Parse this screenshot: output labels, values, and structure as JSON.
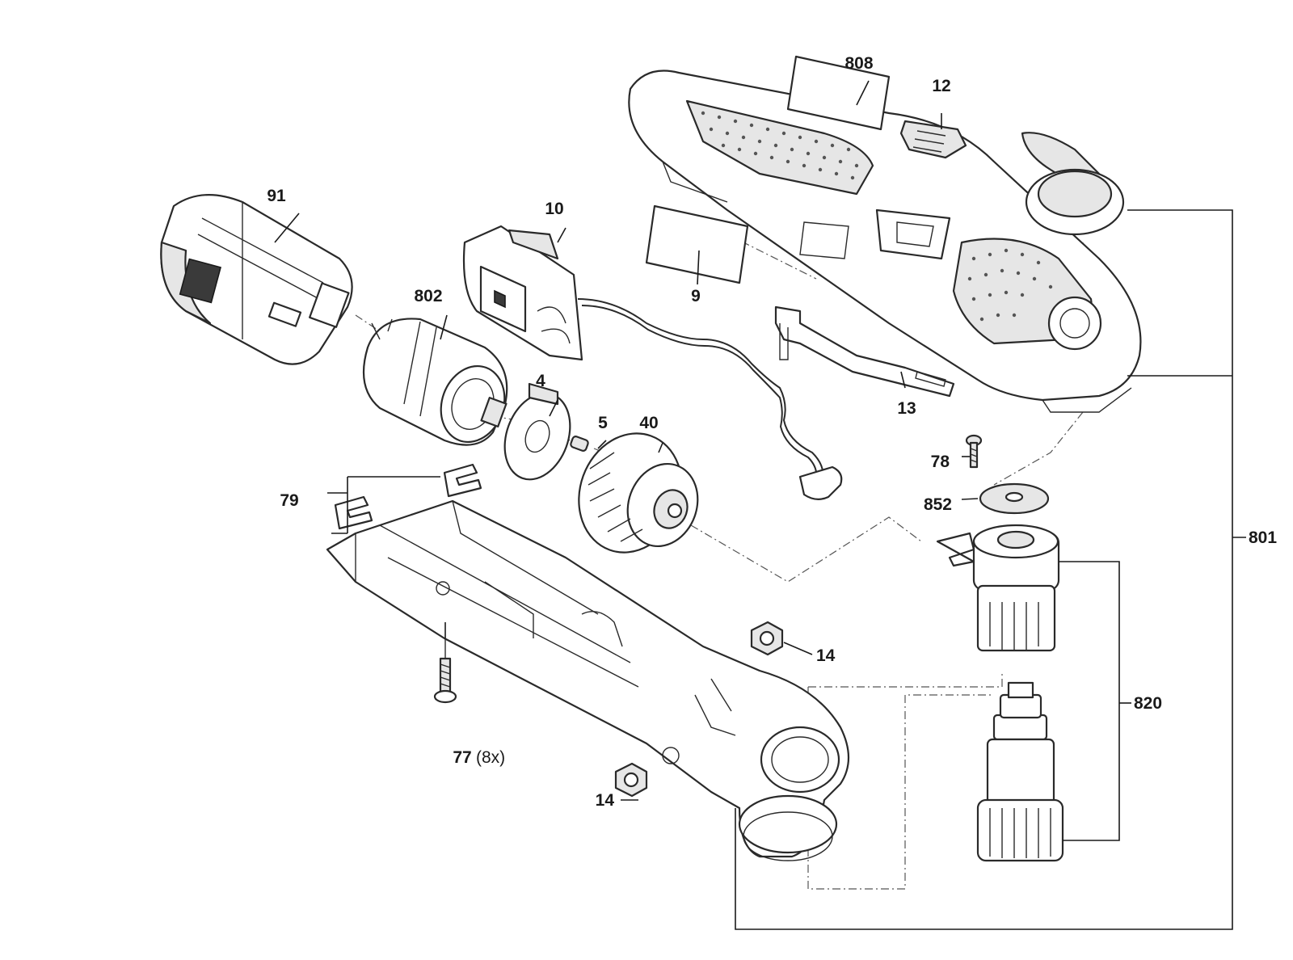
{
  "callouts": {
    "p808": "808",
    "p12": "12",
    "p91": "91",
    "p10": "10",
    "p802": "802",
    "p9": "9",
    "p4": "4",
    "p5": "5",
    "p40": "40",
    "p13": "13",
    "p78": "78",
    "p852": "852",
    "p79": "79",
    "p801": "801",
    "p14a": "14",
    "p820": "820",
    "p77": "77",
    "p77_qty": "(8x)",
    "p14b": "14"
  }
}
